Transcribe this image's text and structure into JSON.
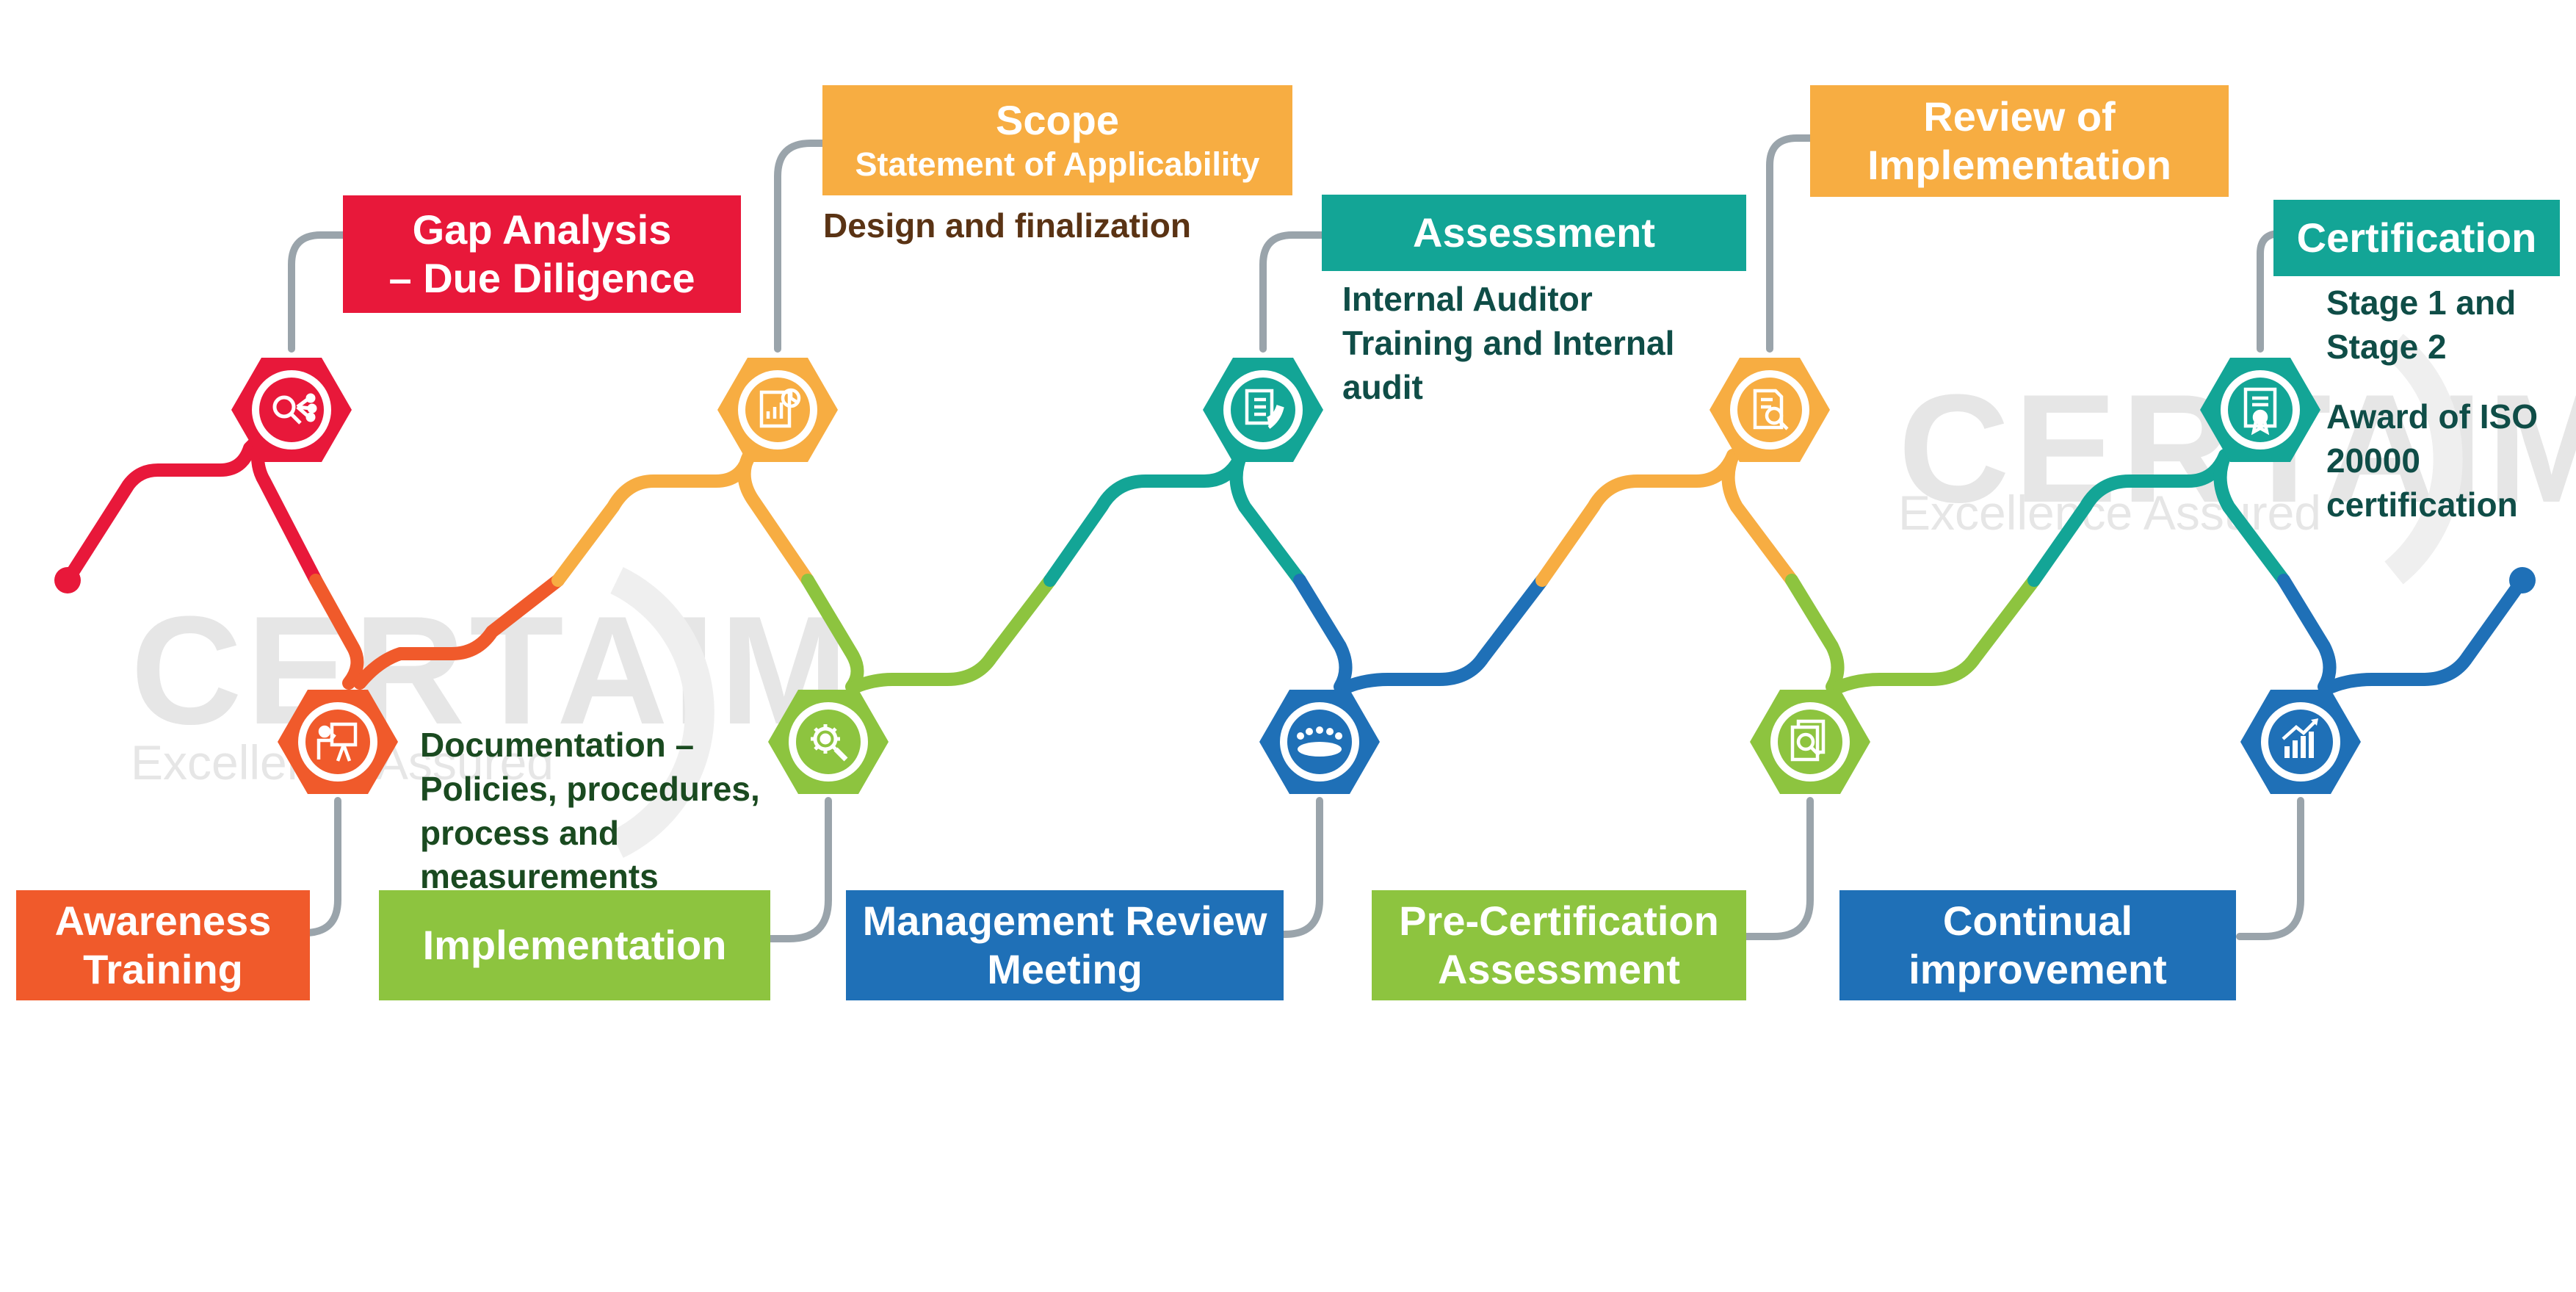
{
  "watermark": {
    "brand": "CERTAIM",
    "tagline": "Excellence Assured"
  },
  "colors": {
    "red": "#e8183a",
    "orange_red": "#f05a2b",
    "orange": "#f7ad42",
    "green": "#8dc43f",
    "teal": "#13a596",
    "blue": "#1f70b7",
    "connector_gray": "#9aa4ab",
    "note_dark_green": "#1a4a20",
    "note_brown": "#5a3314",
    "note_dark_teal": "#0f4d47"
  },
  "steps": {
    "gap_analysis": {
      "line1": "Gap Analysis",
      "line2": "– Due Diligence",
      "icon": "magnifier-network-icon"
    },
    "awareness": {
      "line1": "Awareness",
      "line2": "Training",
      "icon": "presentation-board-icon"
    },
    "scope": {
      "line1": "Scope",
      "line2": "Statement of Applicability",
      "note": "Design and finalization",
      "icon": "report-chart-icon"
    },
    "documentation_note": "Documentation –\nPolicies, procedures,\nprocess and\nmeasurements",
    "implementation": {
      "label": "Implementation",
      "icon": "gear-wrench-icon"
    },
    "assessment": {
      "label": "Assessment",
      "note": "Internal Auditor\nTraining and Internal\naudit",
      "icon": "checklist-hand-icon"
    },
    "management_review": {
      "line1": "Management Review",
      "line2": "Meeting",
      "icon": "meeting-table-icon"
    },
    "review_implementation": {
      "line1": "Review of",
      "line2": "Implementation",
      "icon": "document-search-icon"
    },
    "pre_certification": {
      "line1": "Pre-Certification",
      "line2": "Assessment",
      "icon": "documents-magnifier-icon"
    },
    "certification": {
      "label": "Certification",
      "note1": "Stage 1 and\nStage 2",
      "note2": "Award of ISO\n20000\ncertification",
      "icon": "certificate-icon"
    },
    "continual": {
      "line1": "Continual",
      "line2": "improvement",
      "icon": "growth-chart-icon"
    }
  }
}
